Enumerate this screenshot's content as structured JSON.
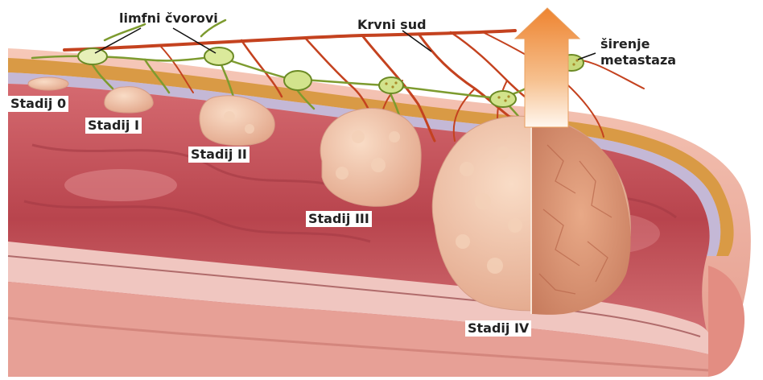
{
  "labels": {
    "lymph_nodes": "limfni čvorovi",
    "blood_vessel": "Krvni sud",
    "metastasis_line1": "širenje",
    "metastasis_line2": "metastaza"
  },
  "stages": [
    {
      "id": "stage-0",
      "label": "Stadij 0"
    },
    {
      "id": "stage-1",
      "label": "Stadij I"
    },
    {
      "id": "stage-2",
      "label": "Stadij II"
    },
    {
      "id": "stage-3",
      "label": "Stadij III"
    },
    {
      "id": "stage-4",
      "label": "Stadij IV"
    }
  ],
  "colors": {
    "mucosa": "#c9525a",
    "mucosa_light": "#e7a3a6",
    "outer_wall": "#f2b7a6",
    "muscle_band": "#d7973f",
    "tumor": "#f2c4a6",
    "tumor_dark": "#d8957a",
    "vessel": "#c2401c",
    "lymph": "#7a9a2e",
    "lymph_node": "#d9e89a",
    "arrow_top": "#f08c3a",
    "arrow_bottom": "#ffffff"
  }
}
